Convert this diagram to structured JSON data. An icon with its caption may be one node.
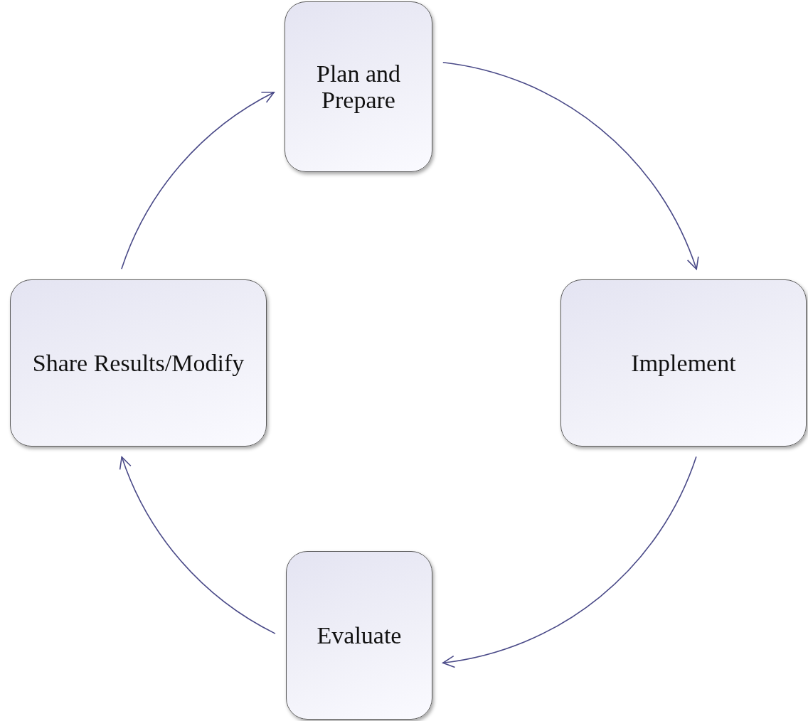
{
  "diagram": {
    "nodes": [
      {
        "text": [
          "Plan and Prepare"
        ]
      },
      {
        "text": [
          "Implement"
        ]
      },
      {
        "text": [
          "Evaluate"
        ]
      },
      {
        "text": [
          "Share Results/Modify"
        ]
      }
    ],
    "edges": [
      {
        "from": 0,
        "to": 1,
        "arrow": "to"
      },
      {
        "from": 1,
        "to": 2,
        "arrow": "to"
      },
      {
        "from": 2,
        "to": 3,
        "arrow": "to"
      },
      {
        "from": 3,
        "to": 0,
        "arrow": "to"
      }
    ]
  }
}
